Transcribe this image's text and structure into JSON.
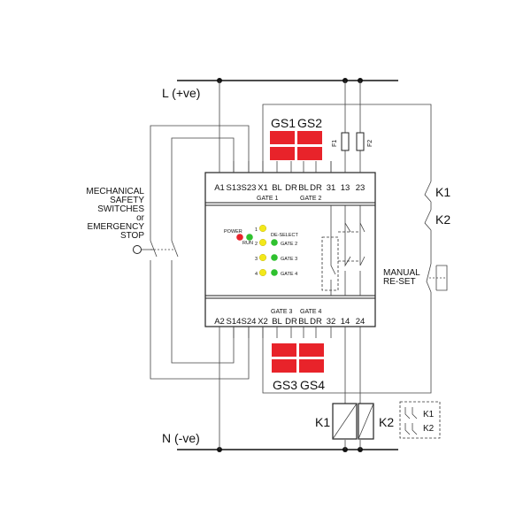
{
  "rails": {
    "live": "L (+ve)",
    "neutral": "N (-ve)"
  },
  "top_terminals": [
    "A1",
    "S13",
    "S23",
    "X1",
    "BL",
    "DR",
    "BL",
    "DR",
    "31",
    "13",
    "23"
  ],
  "bottom_terminals": [
    "A2",
    "S14",
    "S24",
    "X2",
    "BL",
    "DR",
    "BL",
    "DR",
    "32",
    "14",
    "24"
  ],
  "gate_labels": {
    "gate1": "GATE 1",
    "gate2": "GATE 2",
    "gate3": "GATE 3",
    "gate4": "GATE 4"
  },
  "gate_switches": {
    "gs1": "GS1",
    "gs2": "GS2",
    "gs3": "GS3",
    "gs4": "GS4"
  },
  "fuses": {
    "f1": "F1",
    "f2": "F2"
  },
  "panel": {
    "power": "POWER",
    "run": "RUN",
    "deselect": "DE-SELECT",
    "led_numbers": [
      "1",
      "2",
      "3",
      "4"
    ],
    "gates": [
      "GATE 2",
      "GATE 3",
      "GATE 4"
    ]
  },
  "left_label": [
    "MECHANICAL",
    "SAFETY",
    "SWITCHES",
    "or",
    "EMERGENCY",
    "STOP"
  ],
  "right_contacts": {
    "k1": "K1",
    "k2": "K2"
  },
  "manual_reset": [
    "MANUAL",
    "RE-SET"
  ],
  "coils": {
    "k1": "K1",
    "k2": "K2"
  },
  "aux_box": {
    "k1": "K1",
    "k2": "K2"
  },
  "colors": {
    "gate_switch": "#e8232a",
    "led_red": "#e8232a",
    "led_green": "#2fc12f",
    "led_yellow": "#f3e81a"
  }
}
